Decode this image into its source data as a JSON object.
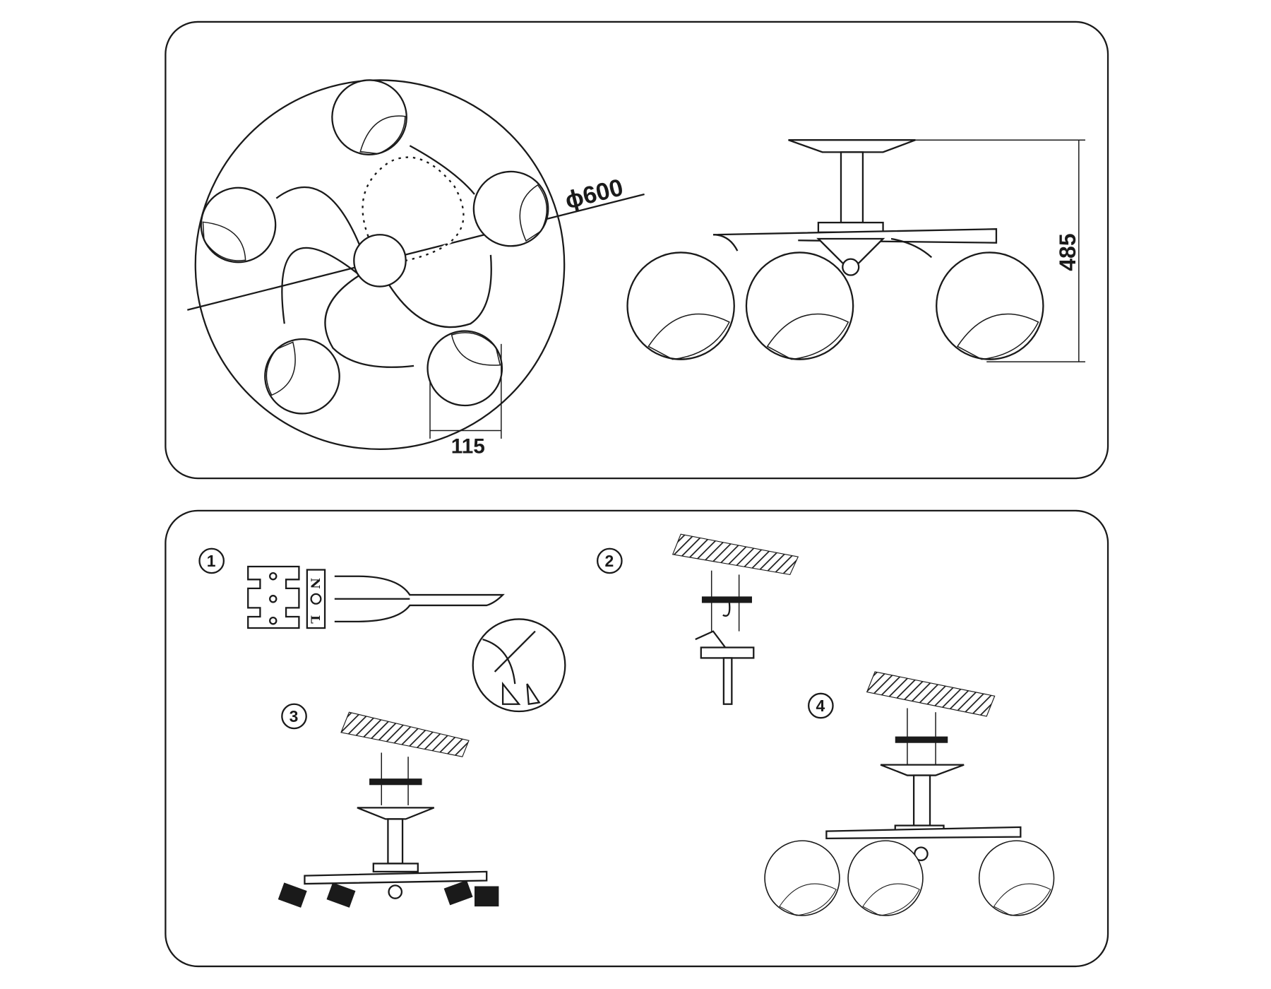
{
  "dimensions": {
    "diameter": "ϕ600",
    "height": "485",
    "shade_width": "115"
  },
  "steps": [
    {
      "number": "1"
    },
    {
      "number": "2"
    },
    {
      "number": "3"
    },
    {
      "number": "4"
    }
  ],
  "terminal": {
    "neutral": "N",
    "live": "L"
  },
  "colors": {
    "line": "#1a1a1a",
    "background": "#ffffff"
  }
}
